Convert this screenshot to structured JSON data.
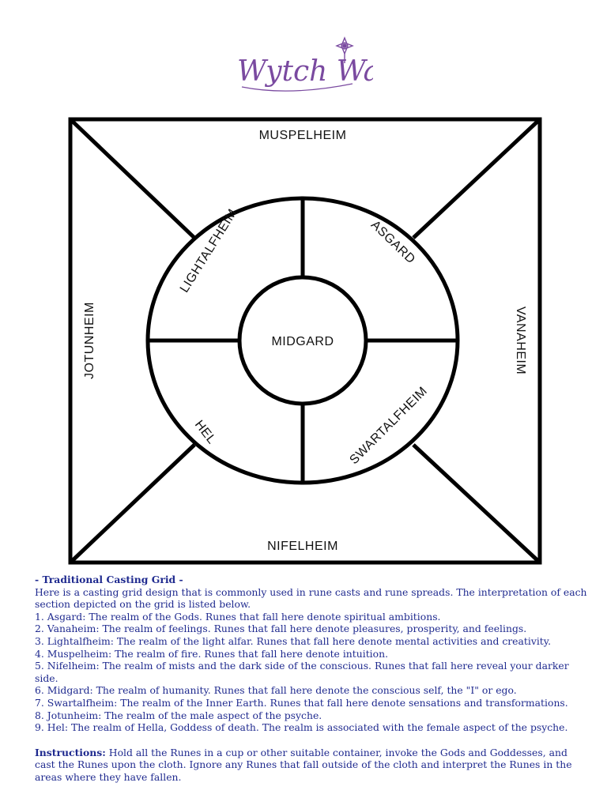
{
  "logo": {
    "text": "Wytch Way"
  },
  "grid": {
    "outer": {
      "top": "MUSPELHEIM",
      "bottom": "NIFELHEIM",
      "left": "JOTUNHEIM",
      "right": "VANAHEIM"
    },
    "ring": {
      "top_left": "LIGHTALFHEIM",
      "top_right": "ASGARD",
      "bottom_left": "HEL",
      "bottom_right": "SWARTALFHEIM"
    },
    "center": "MIDGARD"
  },
  "text": {
    "heading": "- Traditional Casting Grid -",
    "intro": "Here is a casting grid design that is commonly used in rune casts and rune spreads. The interpretation of each section depicted on the grid is listed below.",
    "items": [
      "1. Asgard: The realm of the Gods. Runes that fall here denote spiritual ambitions.",
      "2. Vanaheim: The realm of feelings. Runes that fall here denote pleasures, prosperity, and feelings.",
      "3. Lightalfheim: The realm of the light alfar. Runes that fall here denote mental activities and creativity.",
      "4. Muspelheim: The realm of fire. Runes that fall here denote intuition.",
      "5. Nifelheim: The realm of mists and the dark side of the conscious. Runes that fall here reveal your darker side.",
      "6. Midgard: The realm of humanity. Runes that fall here denote the conscious self, the \"I\" or ego.",
      "7. Swartalfheim: The realm of the Inner Earth. Runes that fall here denote sensations and transformations.",
      "8. Jotunheim: The realm of the male aspect of the psyche.",
      "9. Hel: The realm of Hella, Goddess of death. The realm is associated with the female aspect of the psyche."
    ],
    "instructions_label": "Instructions:",
    "instructions_body": " Hold all the Runes in a cup or other suitable container, invoke the Gods and Goddesses, and cast the Runes upon the cloth. Ignore any Runes that fall outside of the cloth and interpret the Runes in the areas where they have fallen."
  },
  "colors": {
    "text": "#1f2a8f",
    "logo": "#7a4aa0",
    "grid_lines": "#000000"
  }
}
